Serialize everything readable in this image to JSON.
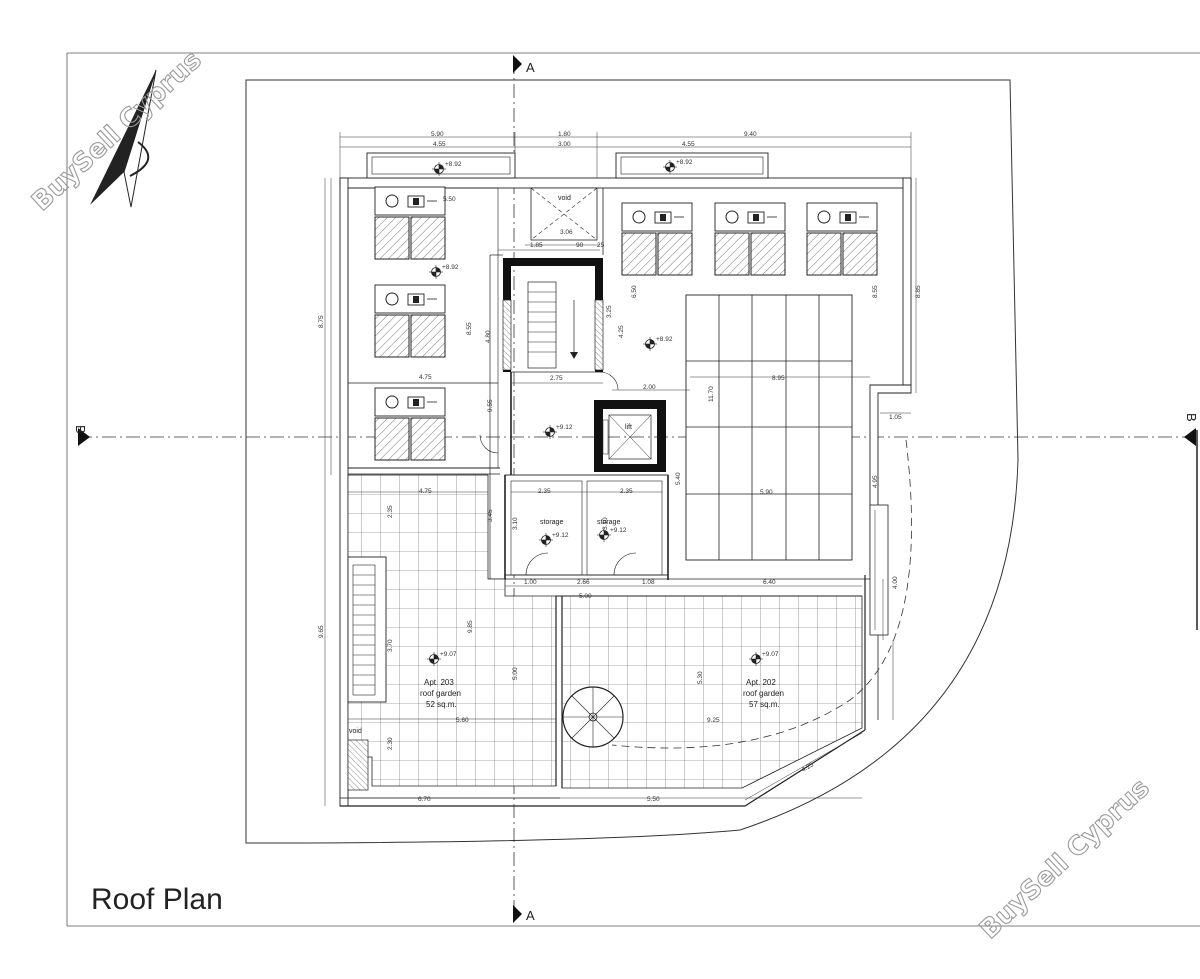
{
  "title": "Roof Plan",
  "watermark": "BuySell Cyprus",
  "section_marks": {
    "a_top": "A",
    "a_bottom": "A",
    "b_left": "B",
    "b_right": "B"
  },
  "rooms": {
    "void_top": "void",
    "void_left": "void",
    "lift": "lift",
    "storage_1": "storage",
    "storage_2": "storage",
    "apt_203": {
      "name": "Apt. 203",
      "sub": "roof garden",
      "area": "52 sq.m."
    },
    "apt_202": {
      "name": "Apt. 202",
      "sub": "roof garden",
      "area": "57 sq.m."
    }
  },
  "levels": {
    "l1": "+8.92",
    "l2": "+8.92",
    "l3": "+8.92",
    "l4": "+8.92",
    "l5": "+9.12",
    "l6": "+9.12",
    "l7": "+9.12",
    "l8": "+9.07",
    "l9": "+9.07"
  },
  "dimensions": {
    "d_top_590": "5.90",
    "d_top_180": "1.80",
    "d_top_940": "9.40",
    "d_top_455a": "4.55",
    "d_top_300": "3.00",
    "d_top_455b": "4.55",
    "d_550": "5.50",
    "d_306": "3.06",
    "d_185": "1.85",
    "d_90": "90",
    "d_25": "25",
    "d_475a": "4.75",
    "d_275": "2.75",
    "d_200": "2.00",
    "d_895": "8.95",
    "d_475b": "4.75",
    "d_235a": "2.35",
    "d_235b": "2.35",
    "d_590b": "5.90",
    "d_100": "1.00",
    "d_266": "2.66",
    "d_108": "1.08",
    "d_500": "5.00",
    "d_640": "6.40",
    "d_560": "5.60",
    "d_670": "6.70",
    "d_550b": "5.50",
    "d_425": "4.25",
    "d_925": "9.25",
    "d_105": "1.05",
    "v_875": "8.75",
    "v_855a": "8.55",
    "v_480": "4.80",
    "v_955": "9.55",
    "v_650": "6.50",
    "v_425": "4.25",
    "v_325": "3.25",
    "v_1170": "11.70",
    "v_855b": "8.55",
    "v_885": "8.85",
    "v_540": "5.40",
    "v_495": "4.95",
    "v_400": "4.00",
    "v_965": "9.65",
    "v_985": "9.85",
    "v_500": "5.00",
    "v_530": "5.30",
    "v_370": "3.70",
    "v_230": "2.30",
    "v_235": "2.35",
    "v_310a": "3.10",
    "v_310b": "3.10",
    "v_345": "3.45"
  }
}
